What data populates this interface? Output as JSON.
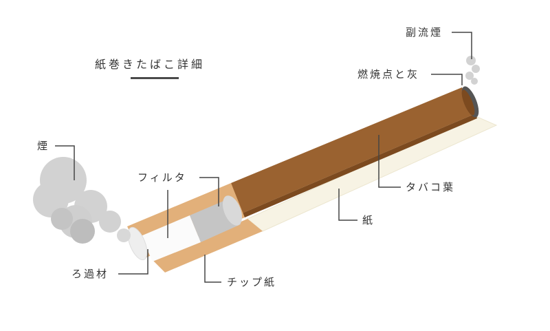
{
  "title": "紙巻きたばこ詳細",
  "labels": {
    "sidestream_smoke": "副流煙",
    "burning_tip": "燃焼点と灰",
    "tobacco_leaf": "タバコ葉",
    "paper": "紙",
    "filter": "フィルタ",
    "smoke": "煙",
    "filter_material": "ろ過材",
    "tipping_paper": "チップ紙"
  },
  "colors": {
    "tobacco": "#9a6230",
    "tobacco_dark": "#7c4a1f",
    "paper": "#f7f3e4",
    "paper_edge": "#ece6cf",
    "tipping": "#e2b07a",
    "tipping_light": "#eec89c",
    "filter_white": "#fbfbfb",
    "filter_grey": "#c5c5c5",
    "smoke": "#d2d2d2",
    "smoke_dark": "#bdbdbd",
    "ash": "#555555",
    "line": "#444444",
    "text": "#333333"
  }
}
